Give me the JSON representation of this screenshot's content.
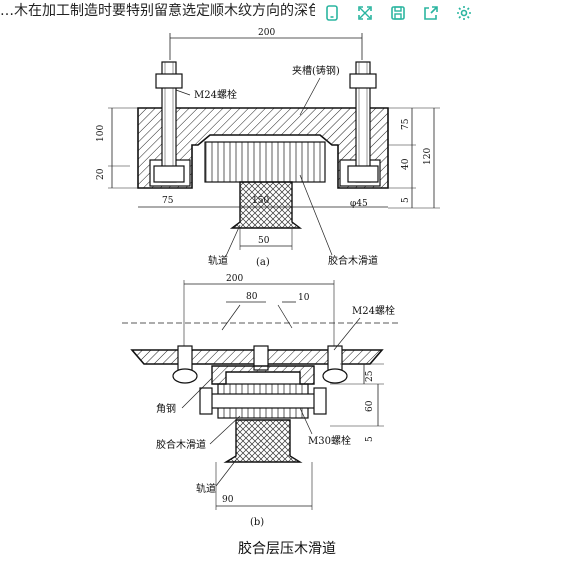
{
  "page": {
    "text_line": "…木在加工制造时要特别留意选定顺木纹方向的深色…",
    "caption": "胶合层压木滑道"
  },
  "toolbar": {
    "icons": [
      "phone-icon",
      "expand-icon",
      "save-icon",
      "share-icon",
      "settings-icon"
    ],
    "accent_color": "#2bb5a0"
  },
  "figure_a": {
    "dim_top": "200",
    "label_bolt": "M24螺栓",
    "label_clamp": "夹槽(铸钢)",
    "dim_left_100": "100",
    "dim_left_20": "20",
    "dim_right_75": "75",
    "dim_right_40": "40",
    "dim_right_120": "120",
    "dim_right_5": "5",
    "dim_bottom_75": "75",
    "dim_bottom_150": "150",
    "dim_phi45": "φ45",
    "dim_50": "50",
    "label_rail": "轨道",
    "label_sub": "(a)",
    "label_slide": "胶合木滑道"
  },
  "figure_b": {
    "dim_top": "200",
    "dim_80": "80",
    "dim_10": "10",
    "label_bolt": "M24螺栓",
    "dim_25": "25",
    "dim_60": "60",
    "dim_5": "5",
    "label_angle": "角钢",
    "label_slide": "胶合木滑道",
    "label_bolt30": "M30螺栓",
    "label_rail": "轨道",
    "dim_90": "90",
    "label_sub": "(b)"
  }
}
